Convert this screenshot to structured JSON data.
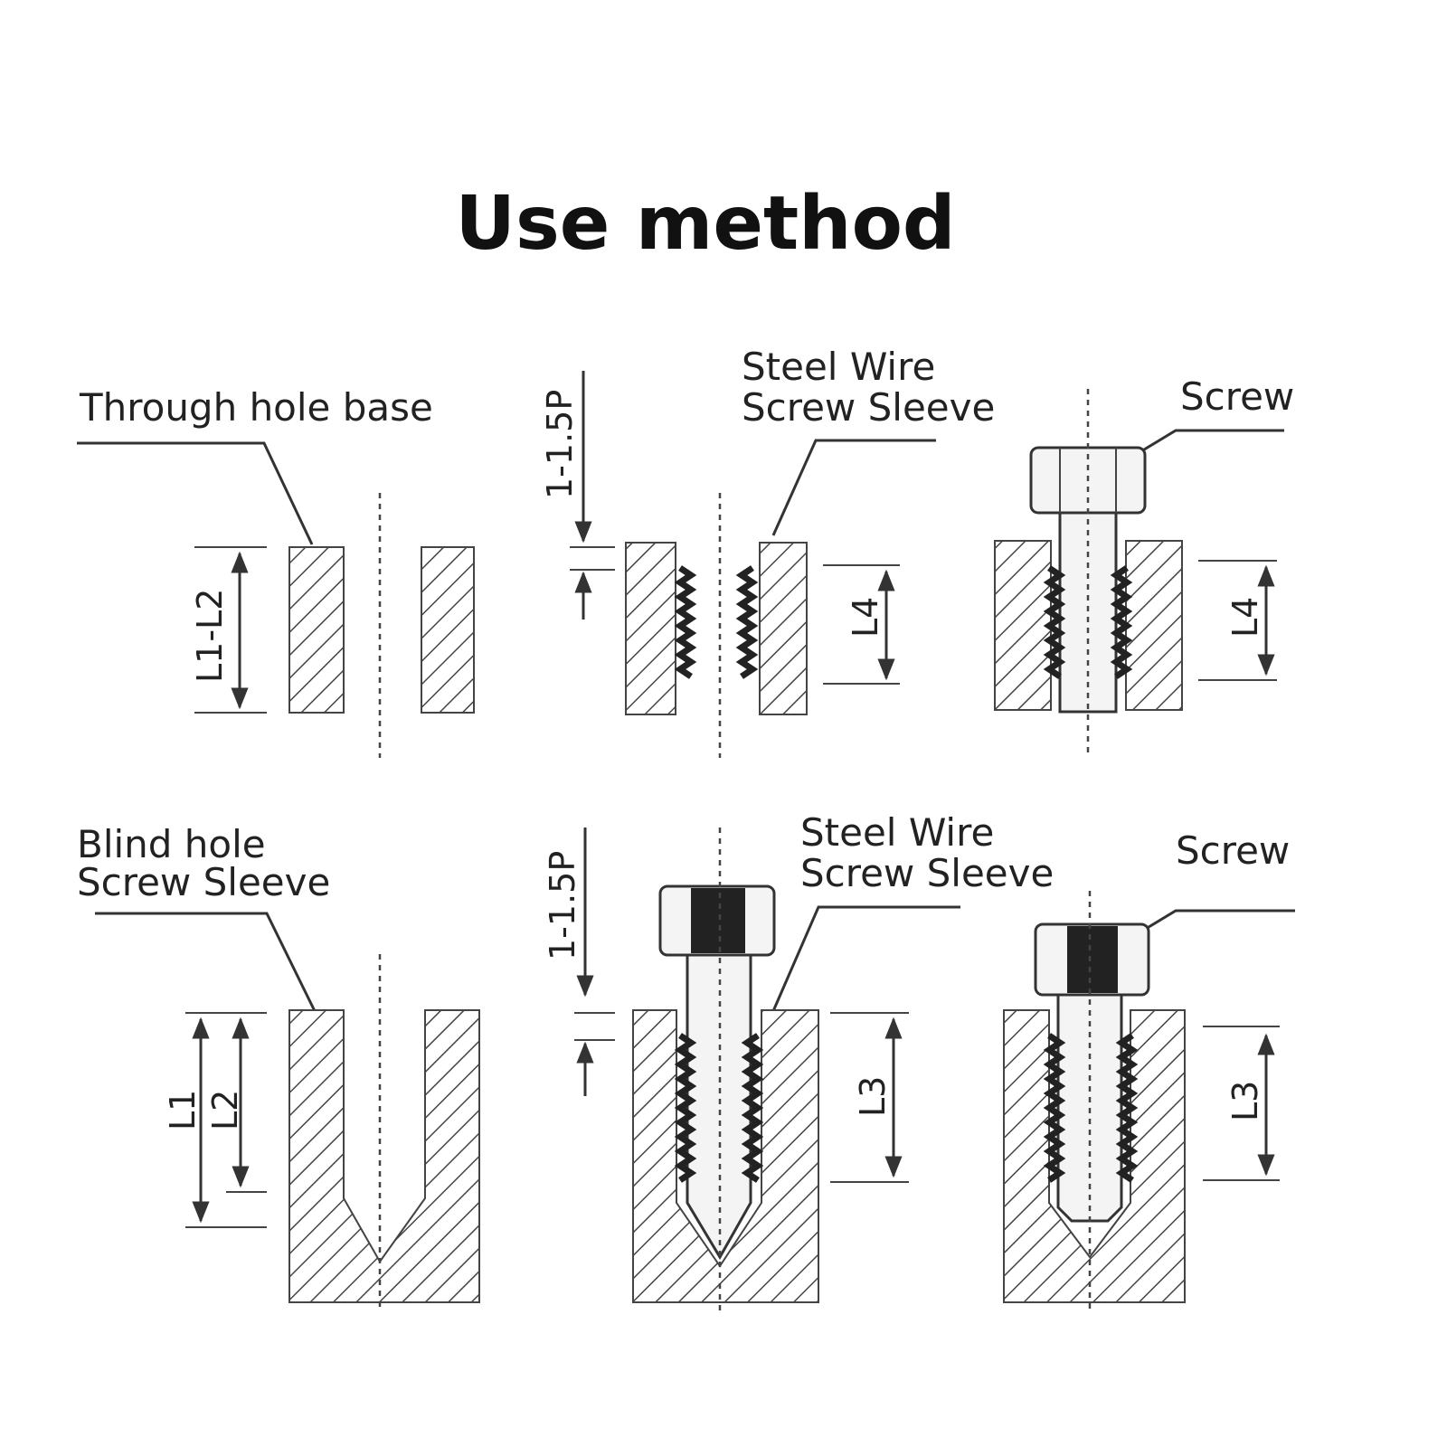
{
  "title": "Use method",
  "top_row": {
    "through_hole_label": "Through hole base",
    "pitch_label": "1-1.5P",
    "sleeve_label_line1": "Steel Wire",
    "sleeve_label_line2": "Screw Sleeve",
    "screw_label": "Screw",
    "dim_l1_l2": "L1-L2",
    "dim_l4_a": "L4",
    "dim_l4_b": "L4"
  },
  "bottom_row": {
    "blind_hole_line1": "Blind hole",
    "blind_hole_line2": "Screw Sleeve",
    "pitch_label": "1-1.5P",
    "sleeve_label_line1": "Steel Wire",
    "sleeve_label_line2": "Screw Sleeve",
    "screw_label": "Screw",
    "dim_l1": "L1",
    "dim_l2": "L2",
    "dim_l3_a": "L3",
    "dim_l3_b": "L3"
  }
}
